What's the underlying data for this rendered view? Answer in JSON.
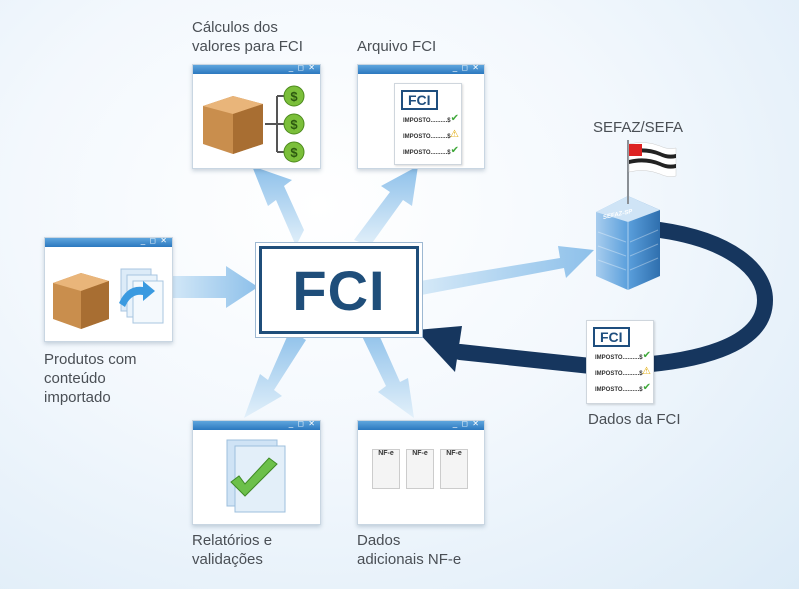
{
  "center": {
    "label": "FCI"
  },
  "labels": {
    "calculos": "Cálculos dos\nvalores para FCI",
    "arquivo": "Arquivo FCI",
    "sefaz": "SEFAZ/SEFA",
    "produtos": "Produtos com\nconteúdo\nimportado",
    "dados_fci": "Dados da FCI",
    "relatorios": "Relatórios e\nvalidações",
    "dados_adicionais": "Dados\nadicionais NF-e"
  },
  "window": {
    "buttons": "_ ◻ ✕"
  },
  "document": {
    "title": "FCI",
    "rows": [
      "IMPOSTO..........$",
      "IMPOSTO..........$",
      "IMPOSTO..........$"
    ]
  },
  "building": {
    "sign": "SEFAZ-SP"
  },
  "nfe": {
    "label": "NF-e"
  },
  "icons": [
    "box-icon",
    "dollar-coin-icon",
    "check-icon",
    "warning-icon",
    "building-icon",
    "flag-icon",
    "arrow-icon",
    "document-icon"
  ],
  "colors": {
    "arrow": "#9fc9ec",
    "title_bar": "#2c79bf",
    "dark_blue": "#1f4e7a",
    "loop": "#16365e",
    "coin": "#7bbf3a"
  }
}
